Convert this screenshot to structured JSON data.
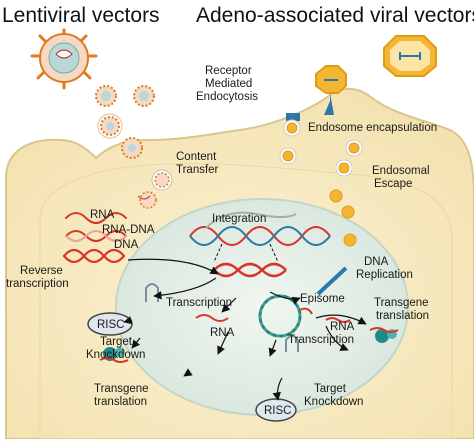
{
  "headers": {
    "lentiviral": "Lentiviral vectors",
    "aav": "Adeno-associated viral vectors"
  },
  "labels": {
    "receptor_line1": "Receptor",
    "receptor_line2": "Mediated",
    "receptor_line3": "Endocytosis",
    "endosome_encapsulation": "Endosome encapsulation",
    "content_line1": "Content",
    "content_line2": "Transfer",
    "endosomal_line1": "Endosomal",
    "endosomal_line2": "Escape",
    "integration": "Integration",
    "rna": "RNA",
    "rna_dna": "RNA-DNA",
    "dna": "DNA",
    "reverse_line1": "Reverse",
    "reverse_line2": "transcription",
    "dna_replication_line1": "DNA",
    "dna_replication_line2": "Replication",
    "transcription_left": "Transcription",
    "episome": "Episome",
    "transgene_right_line1": "Transgene",
    "transgene_right_line2": "translation",
    "risc_left": "RISC",
    "target_knockdown_left_line1": "Target",
    "target_knockdown_left_line2": "Knockdown",
    "rna_nucleus_left": "RNA",
    "rna_nucleus_right": "RNA",
    "transcription_right": "Transcription",
    "transgene_left_line1": "Transgene",
    "transgene_left_line2": "translation",
    "risc_bottom": "RISC",
    "target_knockdown_bottom_line1": "Target",
    "target_knockdown_bottom_line2": "Knockdown"
  },
  "colors": {
    "cell_fill": "#f8ecc4",
    "cell_stroke": "#d9c590",
    "nucleus_fill": "#e4eee8",
    "nucleus_stroke": "#c3d4c8",
    "dna_red": "#d9362b",
    "lenti_spike": "#e07a1e",
    "aav_gold": "#f2b632",
    "aav_dark": "#2c79a8",
    "ribosome": "#1f8a8a",
    "shrna": "#7a8ea3"
  }
}
